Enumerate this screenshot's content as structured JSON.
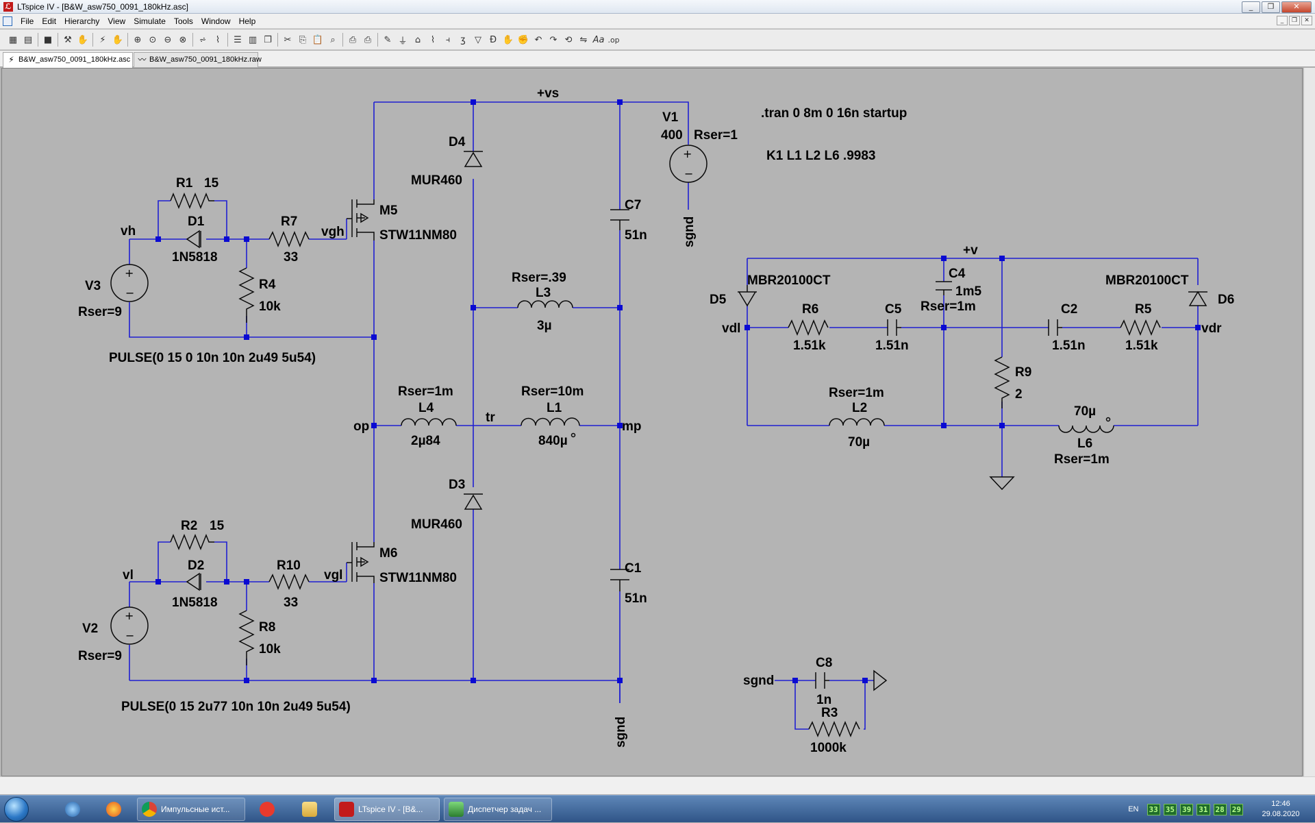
{
  "window": {
    "title": "LTspice IV - [B&W_asw750_0091_180kHz.asc]",
    "app_icon": "ltspice-icon",
    "buttons": [
      "_",
      "❐",
      "✕"
    ]
  },
  "menu": {
    "items": [
      "File",
      "Edit",
      "Hierarchy",
      "View",
      "Simulate",
      "Tools",
      "Window",
      "Help"
    ],
    "mdi_buttons": [
      "_",
      "❐",
      "✕"
    ]
  },
  "toolbar": {
    "icons": [
      "new-schematic-icon",
      "open-icon",
      "save-icon",
      "control-panel-icon",
      "pan-icon",
      "run-icon",
      "halt-icon",
      "zoom-in-icon",
      "zoom-area-icon",
      "zoom-out-icon",
      "zoom-fit-icon",
      "autorange-icon",
      "waveform-icon",
      "tile-horizontal-icon",
      "tile-vertical-icon",
      "cascade-icon",
      "cut-icon",
      "copy-icon",
      "paste-icon",
      "find-icon",
      "print-icon",
      "print-preview-icon",
      "wire-icon",
      "ground-icon",
      "label-net-icon",
      "resistor-icon",
      "capacitor-icon",
      "inductor-icon",
      "diode-icon",
      "component-icon",
      "move-icon",
      "drag-icon",
      "undo-icon",
      "redo-icon",
      "rotate-icon",
      "mirror-icon",
      "text-icon",
      "spice-directive-icon"
    ]
  },
  "tabs": [
    {
      "label": "B&W_asw750_0091_180kHz.asc",
      "icon": "schematic-icon",
      "active": true
    },
    {
      "label": "B&W_asw750_0091_180kHz.raw",
      "icon": "waveform-icon",
      "active": false
    }
  ],
  "schematic": {
    "directives": {
      "tran": ".tran 0 8m 0 16n startup",
      "coupling": "K1 L1 L2 L6 .9983"
    },
    "nets": {
      "vs": "+vs",
      "v": "+v",
      "vh": "vh",
      "vgh": "vgh",
      "vl": "vl",
      "vgl": "vgl",
      "op": "op",
      "tr": "tr",
      "mp": "mp",
      "vdl": "vdl",
      "vdr": "vdr",
      "sgnd_v1": "sgnd",
      "sgnd_bottom": "sgnd",
      "sgnd_c8": "sgnd"
    },
    "components": {
      "V1": {
        "name": "V1",
        "value": "400",
        "extra": "Rser=1"
      },
      "V3": {
        "name": "V3",
        "extra": "Rser=9",
        "pulse": "PULSE(0 15 0 10n 10n 2u49 5u54)"
      },
      "V2": {
        "name": "V2",
        "extra": "Rser=9",
        "pulse": "PULSE(0 15 2u77 10n 10n 2u49 5u54)"
      },
      "R1": {
        "name": "R1",
        "value": "15"
      },
      "R2": {
        "name": "R2",
        "value": "15"
      },
      "R3": {
        "name": "R3",
        "value": "1000k"
      },
      "R4": {
        "name": "R4",
        "value": "10k"
      },
      "R5": {
        "name": "R5",
        "value": "1.51k"
      },
      "R6": {
        "name": "R6",
        "value": "1.51k"
      },
      "R7": {
        "name": "R7",
        "value": "33"
      },
      "R8": {
        "name": "R8",
        "value": "10k"
      },
      "R9": {
        "name": "R9",
        "value": "2"
      },
      "R10": {
        "name": "R10",
        "value": "33"
      },
      "D1": {
        "name": "D1",
        "value": "1N5818"
      },
      "D2": {
        "name": "D2",
        "value": "1N5818"
      },
      "D3": {
        "name": "D3",
        "value": "MUR460"
      },
      "D4": {
        "name": "D4",
        "value": "MUR460"
      },
      "D5": {
        "name": "D5",
        "value": "MBR20100CT"
      },
      "D6": {
        "name": "D6",
        "value": "MBR20100CT"
      },
      "M5": {
        "name": "M5",
        "value": "STW11NM80"
      },
      "M6": {
        "name": "M6",
        "value": "STW11NM80"
      },
      "C1": {
        "name": "C1",
        "value": "51n"
      },
      "C2": {
        "name": "C2",
        "value": "1.51n"
      },
      "C4": {
        "name": "C4",
        "value": "1m5",
        "extra": "Rser=1m"
      },
      "C5": {
        "name": "C5",
        "value": "1.51n"
      },
      "C7": {
        "name": "C7",
        "value": "51n"
      },
      "C8": {
        "name": "C8",
        "value": "1n"
      },
      "L1": {
        "name": "L1",
        "value": "840µ",
        "extra": "Rser=10m"
      },
      "L2": {
        "name": "L2",
        "value": "70µ",
        "extra": "Rser=1m"
      },
      "L3": {
        "name": "L3",
        "value": "3µ",
        "extra": "Rser=.39"
      },
      "L4": {
        "name": "L4",
        "value": "2µ84",
        "extra": "Rser=1m"
      },
      "L6": {
        "name": "L6",
        "value": "70µ",
        "extra": "Rser=1m"
      }
    }
  },
  "taskbar": {
    "apps": [
      {
        "label": "Импульсные ист...",
        "icon": "chrome-icon"
      },
      {
        "label": "LTspice IV - [B&...",
        "icon": "ltspice-icon"
      },
      {
        "label": "Диспетчер задач ...",
        "icon": "task-manager-icon"
      }
    ],
    "language": "EN",
    "tray_numbers": [
      "33",
      "35",
      "39",
      "31",
      "28",
      "29"
    ],
    "time": "12:46",
    "date": "29.08.2020"
  }
}
